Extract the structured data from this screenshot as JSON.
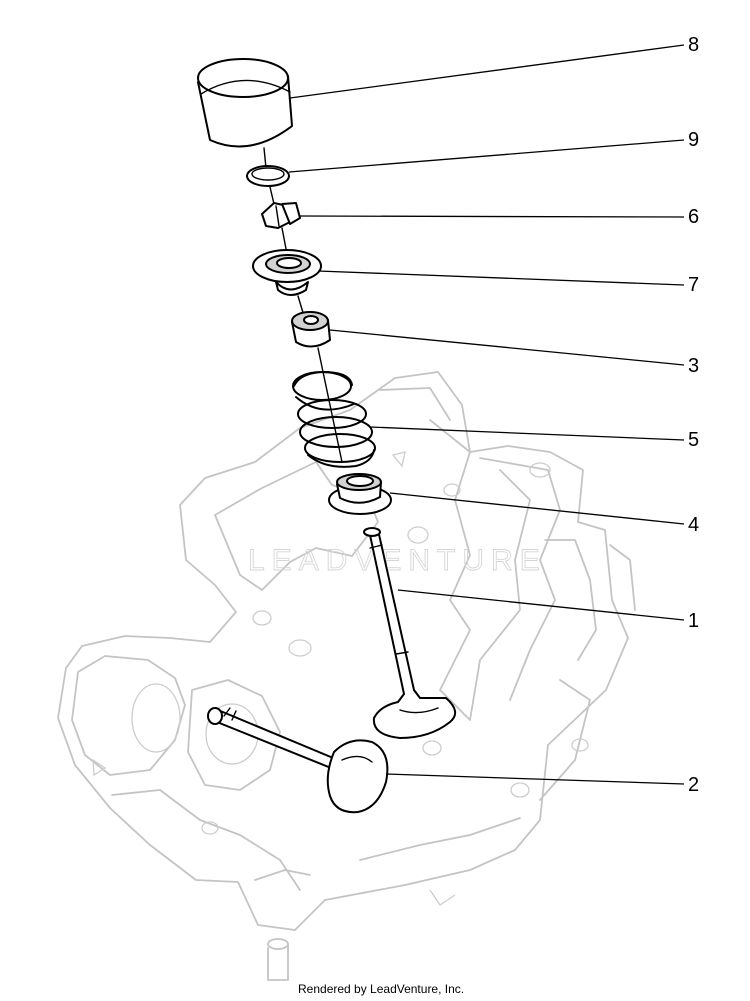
{
  "diagram": {
    "callouts": [
      {
        "id": "c8",
        "label": "8"
      },
      {
        "id": "c9",
        "label": "9"
      },
      {
        "id": "c6",
        "label": "6"
      },
      {
        "id": "c7",
        "label": "7"
      },
      {
        "id": "c3",
        "label": "3"
      },
      {
        "id": "c5",
        "label": "5"
      },
      {
        "id": "c4",
        "label": "4"
      },
      {
        "id": "c1",
        "label": "1"
      },
      {
        "id": "c2",
        "label": "2"
      }
    ],
    "watermark": "LEADVENTURE",
    "footer": "Rendered by LeadVenture, Inc."
  }
}
